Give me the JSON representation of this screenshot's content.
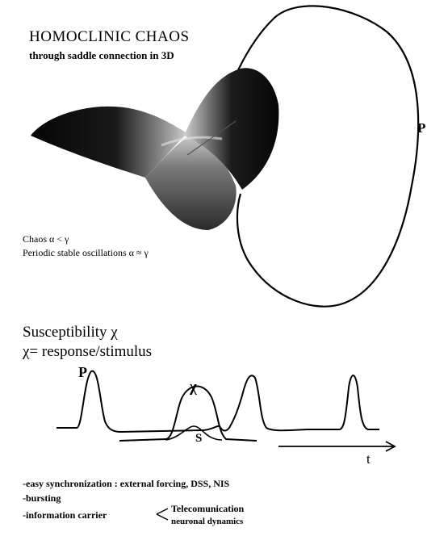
{
  "title": "HOMOCLINIC CHAOS",
  "subtitle": "through saddle connection in 3D",
  "orbit_label": "P",
  "conditions": [
    "Chaos α < γ",
    "Periodic stable oscillations α ≈ γ"
  ],
  "susceptibility": {
    "heading": "Susceptibility χ",
    "definition": "χ= response/stimulus"
  },
  "signal_labels": {
    "pulse": "P",
    "chi": "χ",
    "stimulus": "S",
    "time": "t"
  },
  "bullets": [
    "-easy synchronization : external forcing, DSS, NIS",
    "-bursting",
    "-information carrier"
  ],
  "carrier_branches": [
    "Telecomunication",
    "neuronal dynamics"
  ],
  "colors": {
    "ink": "#000000",
    "surface_dark": "#0d0d0d",
    "surface_mid": "#8a8a8a",
    "surface_light": "#d8d8d8",
    "background": "#ffffff"
  }
}
